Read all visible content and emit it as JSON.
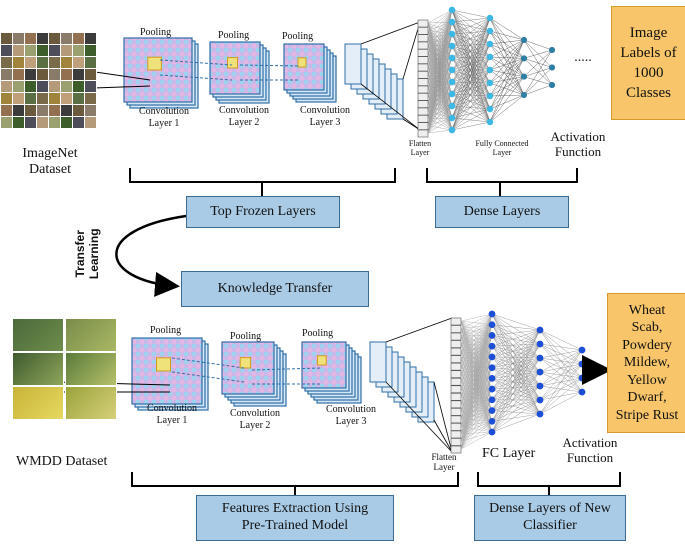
{
  "top": {
    "dataset_label": "ImageNet\nDataset",
    "pool1": "Pooling",
    "pool2": "Pooling",
    "pool3": "Pooling",
    "conv1": "Convolution\nLayer 1",
    "conv2": "Convolution\nLayer 2",
    "conv3": "Convolution\nLayer 3",
    "flatten": "Flatten\nLayer",
    "fully_connected": "Fully Connected\nLayer",
    "activation": "Activation\nFunction",
    "ellipsis": ".....",
    "output": "Image\nLabels of\n1000\nClasses",
    "frozen_box": "Top Frozen Layers",
    "dense_box": "Dense Layers"
  },
  "middle": {
    "transfer_label": "Transfer\nLearning",
    "knowledge_box": "Knowledge Transfer"
  },
  "bottom": {
    "dataset_label": "WMDD Dataset",
    "pool1": "Pooling",
    "pool2": "Pooling",
    "pool3": "Pooling",
    "conv1": "Convolution\nLayer 1",
    "conv2": "Convolution\nLayer 2",
    "conv3": "Convolution\nLayer 3",
    "flatten": "Flatten\nLayer",
    "fc": "FC Layer",
    "activation": "Activation\nFunction",
    "output": "Wheat\nScab,\nPowdery\nMildew,\nYellow\nDwarf,\nStripe Rust",
    "features_box": "Features Extraction Using\nPre-Trained Model",
    "dense_box": "Dense Layers of New\nClassifier"
  },
  "colors": {
    "box_fill": "#a9cbe6",
    "box_border": "#3a6b93",
    "output_fill": "#f8c56a",
    "top_node": "#3bb8e3",
    "top_node_small": "#2e7fa5",
    "bottom_node": "#1c4fd6"
  }
}
